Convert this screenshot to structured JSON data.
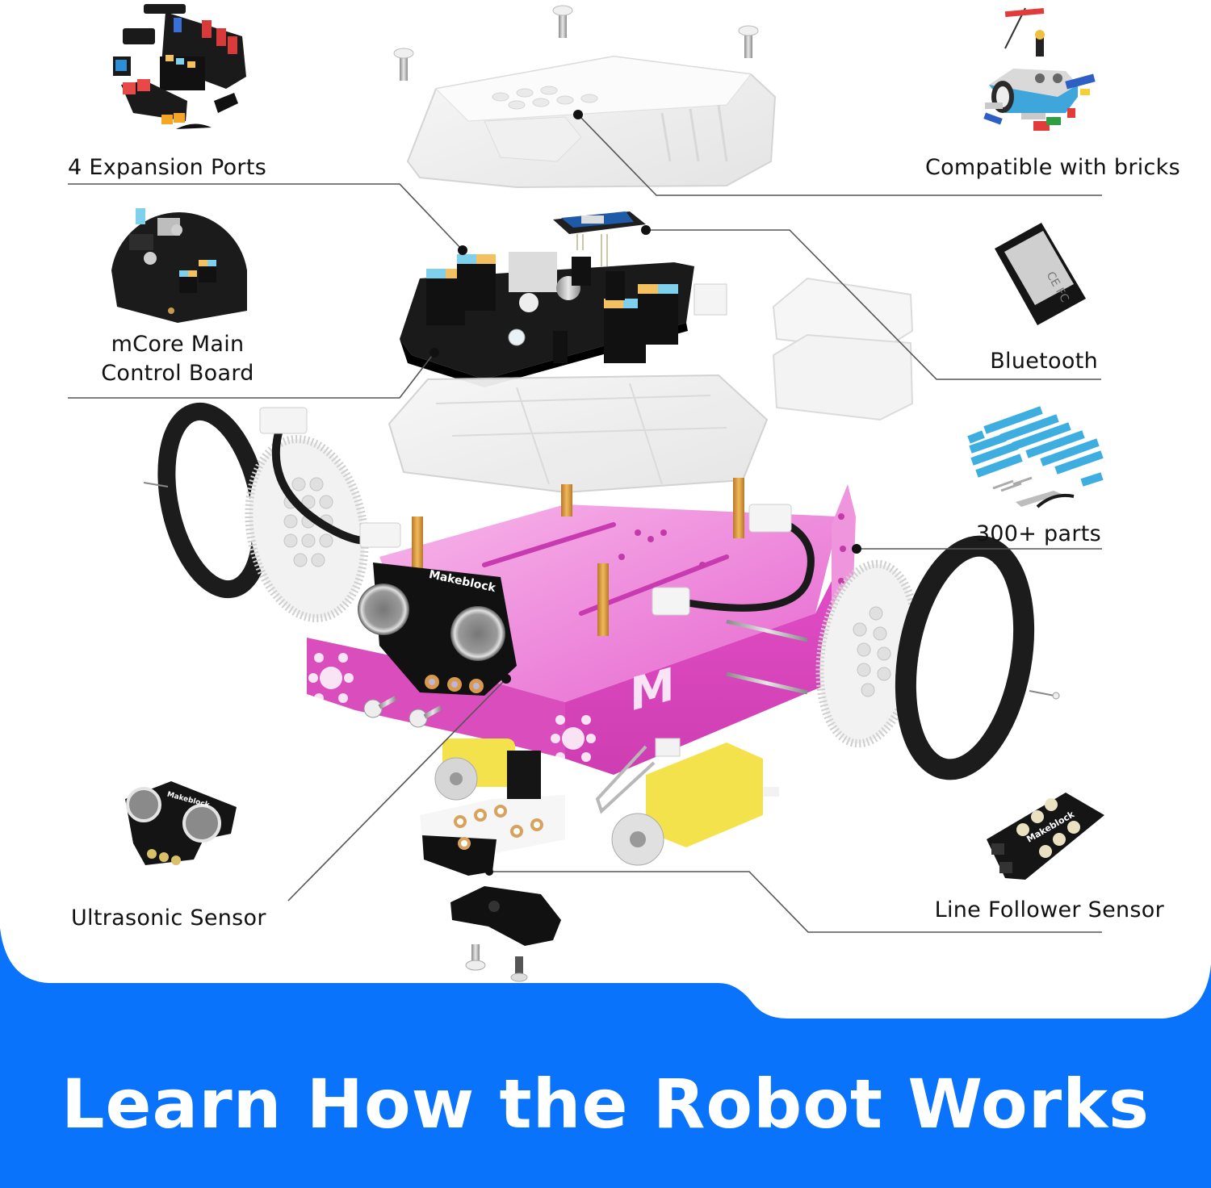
{
  "colors": {
    "banner_blue": "#0a73fb",
    "chassis_pink": "#ea5fce",
    "chassis_pink_light": "#f3a7e4",
    "label_text": "#111111",
    "leader_line": "#555555",
    "tire_black": "#1c1c1c",
    "wheel_white": "#f2f2f2",
    "motor_yellow": "#f4e24d",
    "standoff_gold": "#e0a03a",
    "connector_blue": "#7fd0ec",
    "beam_blue": "#3eaee0"
  },
  "callouts": [
    {
      "id": "expansion-ports",
      "label": "4 Expansion Ports",
      "side": "left",
      "thumbnail": "expansion-modules-icon"
    },
    {
      "id": "mcore-board",
      "label_line1": "mCore Main",
      "label_line2": "Control Board",
      "side": "left",
      "thumbnail": "mcore-board-icon"
    },
    {
      "id": "ultrasonic",
      "label": "Ultrasonic Sensor",
      "side": "left",
      "thumbnail": "ultrasonic-sensor-icon"
    },
    {
      "id": "bricks",
      "label": "Compatible with bricks",
      "side": "right",
      "thumbnail": "brick-robot-icon"
    },
    {
      "id": "bluetooth",
      "label": "Bluetooth",
      "side": "right",
      "thumbnail": "bluetooth-module-icon"
    },
    {
      "id": "parts",
      "label": "300+ parts",
      "side": "right",
      "thumbnail": "aluminum-beams-icon"
    },
    {
      "id": "line-follower",
      "label": "Line Follower Sensor",
      "side": "right",
      "thumbnail": "line-follower-icon"
    }
  ],
  "product": {
    "sensor_brand": "Makeblock",
    "chassis_logo": "M"
  },
  "banner": {
    "title": "Learn How the Robot Works"
  }
}
